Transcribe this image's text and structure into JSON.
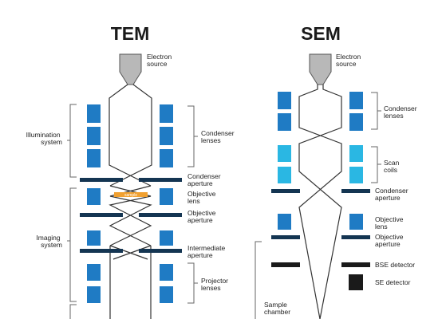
{
  "tem": {
    "title": "TEM",
    "electron_source": [
      "Electron",
      "source"
    ],
    "condenser_lenses": [
      "Condenser",
      "lenses"
    ],
    "illumination_system": [
      "Illumination",
      "system"
    ],
    "condenser_aperture": [
      "Condenser",
      "aperture"
    ],
    "sample": "sample",
    "objective_lens": [
      "Objective",
      "lens"
    ],
    "objective_aperture": [
      "Objective",
      "aperture"
    ],
    "imaging_system": [
      "Imaging",
      "system"
    ],
    "intermediate_aperture": [
      "Intermediate",
      "aperture"
    ],
    "projector_lenses": [
      "Projector",
      "lenses"
    ]
  },
  "sem": {
    "title": "SEM",
    "electron_source": [
      "Electron",
      "source"
    ],
    "condenser_lenses": [
      "Condenser",
      "lenses"
    ],
    "scan_coils": [
      "Scan",
      "coils"
    ],
    "condenser_aperture": [
      "Condenser",
      "aperture"
    ],
    "objective_lens": [
      "Objective",
      "lens"
    ],
    "objective_aperture": [
      "Objective",
      "aperture"
    ],
    "bse_detector": "BSE detector",
    "se_detector": "SE detector",
    "sample_chamber": [
      "Sample",
      "chamber"
    ]
  },
  "colors": {
    "lens": "#1f7bc4",
    "scan_coil": "#2ab7e3",
    "aperture": "#143552",
    "sample": "#f0a030",
    "source": "#b8b8b8",
    "detector": "#1a1a1a",
    "beam": "#333333",
    "bracket": "#666666"
  }
}
